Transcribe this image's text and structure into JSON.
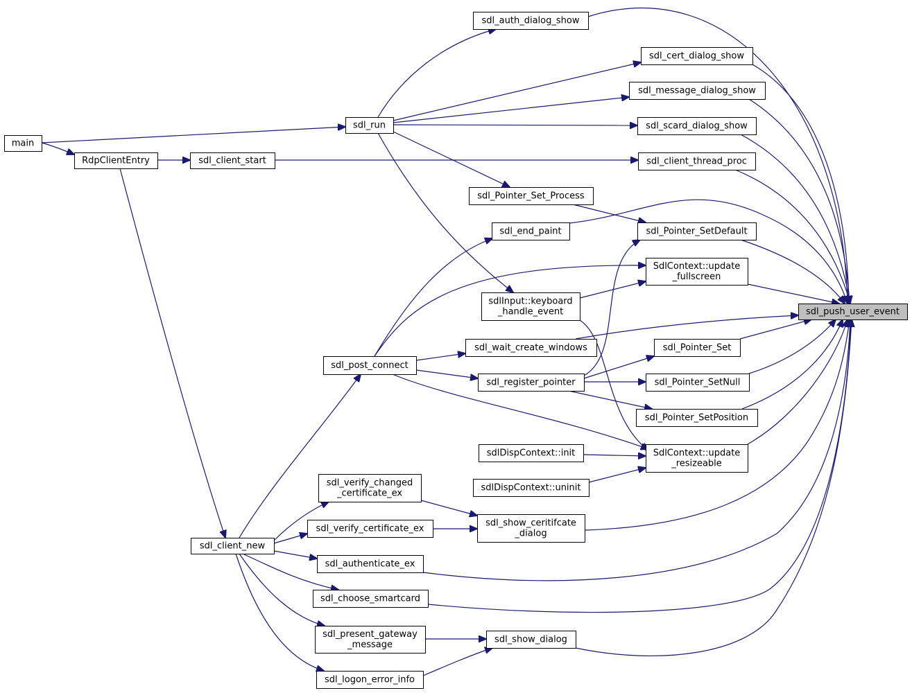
{
  "diagram": {
    "kind": "call-graph",
    "focus": "sdl_push_user_event",
    "nodes": [
      {
        "id": "sdl_push_user_event",
        "lines": [
          "sdl_push_user_event"
        ],
        "current": true
      },
      {
        "id": "main",
        "lines": [
          "main"
        ]
      },
      {
        "id": "RdpClientEntry",
        "lines": [
          "RdpClientEntry"
        ]
      },
      {
        "id": "sdl_client_start",
        "lines": [
          "sdl_client_start"
        ]
      },
      {
        "id": "sdl_run",
        "lines": [
          "sdl_run"
        ]
      },
      {
        "id": "sdl_client_new",
        "lines": [
          "sdl_client_new"
        ]
      },
      {
        "id": "sdl_post_connect",
        "lines": [
          "sdl_post_connect"
        ]
      },
      {
        "id": "sdl_auth_dialog_show",
        "lines": [
          "sdl_auth_dialog_show"
        ]
      },
      {
        "id": "sdl_cert_dialog_show",
        "lines": [
          "sdl_cert_dialog_show"
        ]
      },
      {
        "id": "sdl_message_dialog_show",
        "lines": [
          "sdl_message_dialog_show"
        ]
      },
      {
        "id": "sdl_scard_dialog_show",
        "lines": [
          "sdl_scard_dialog_show"
        ]
      },
      {
        "id": "sdl_client_thread_proc",
        "lines": [
          "sdl_client_thread_proc"
        ]
      },
      {
        "id": "sdl_Pointer_Set_Process",
        "lines": [
          "sdl_Pointer_Set_Process"
        ]
      },
      {
        "id": "sdl_end_paint",
        "lines": [
          "sdl_end_paint"
        ]
      },
      {
        "id": "sdl_Pointer_SetDefault",
        "lines": [
          "sdl_Pointer_SetDefault"
        ]
      },
      {
        "id": "SdlContext_update_fullscreen",
        "lines": [
          "SdlContext::update",
          "_fullscreen"
        ]
      },
      {
        "id": "sdlInput_keyboard_handle_event",
        "lines": [
          "sdlInput::keyboard",
          "_handle_event"
        ]
      },
      {
        "id": "sdl_wait_create_windows",
        "lines": [
          "sdl_wait_create_windows"
        ]
      },
      {
        "id": "sdl_Pointer_Set",
        "lines": [
          "sdl_Pointer_Set"
        ]
      },
      {
        "id": "sdl_register_pointer",
        "lines": [
          "sdl_register_pointer"
        ]
      },
      {
        "id": "sdl_Pointer_SetNull",
        "lines": [
          "sdl_Pointer_SetNull"
        ]
      },
      {
        "id": "sdl_Pointer_SetPosition",
        "lines": [
          "sdl_Pointer_SetPosition"
        ]
      },
      {
        "id": "sdlDispContext_init",
        "lines": [
          "sdlDispContext::init"
        ]
      },
      {
        "id": "SdlContext_update_resizeable",
        "lines": [
          "SdlContext::update",
          "_resizeable"
        ]
      },
      {
        "id": "sdlDispContext_uninit",
        "lines": [
          "sdlDispContext::uninit"
        ]
      },
      {
        "id": "sdl_verify_changed_certificate_ex",
        "lines": [
          "sdl_verify_changed",
          "_certificate_ex"
        ]
      },
      {
        "id": "sdl_show_ceritifcate_dialog",
        "lines": [
          "sdl_show_ceritifcate",
          "_dialog"
        ]
      },
      {
        "id": "sdl_verify_certificate_ex",
        "lines": [
          "sdl_verify_certificate_ex"
        ]
      },
      {
        "id": "sdl_authenticate_ex",
        "lines": [
          "sdl_authenticate_ex"
        ]
      },
      {
        "id": "sdl_choose_smartcard",
        "lines": [
          "sdl_choose_smartcard"
        ]
      },
      {
        "id": "sdl_present_gateway_message",
        "lines": [
          "sdl_present_gateway",
          "_message"
        ]
      },
      {
        "id": "sdl_show_dialog",
        "lines": [
          "sdl_show_dialog"
        ]
      },
      {
        "id": "sdl_logon_error_info",
        "lines": [
          "sdl_logon_error_info"
        ]
      }
    ],
    "edges": [
      {
        "from": "main",
        "to": "RdpClientEntry"
      },
      {
        "from": "main",
        "to": "sdl_run"
      },
      {
        "from": "RdpClientEntry",
        "to": "sdl_client_start"
      },
      {
        "from": "RdpClientEntry",
        "to": "sdl_client_new"
      },
      {
        "from": "sdl_client_start",
        "to": "sdl_client_thread_proc"
      },
      {
        "from": "sdl_run",
        "to": "sdl_auth_dialog_show"
      },
      {
        "from": "sdl_run",
        "to": "sdl_cert_dialog_show"
      },
      {
        "from": "sdl_run",
        "to": "sdl_message_dialog_show"
      },
      {
        "from": "sdl_run",
        "to": "sdl_scard_dialog_show"
      },
      {
        "from": "sdl_run",
        "to": "sdl_Pointer_Set_Process"
      },
      {
        "from": "sdl_run",
        "to": "sdlInput_keyboard_handle_event"
      },
      {
        "from": "sdl_client_new",
        "to": "sdl_post_connect"
      },
      {
        "from": "sdl_client_new",
        "to": "sdl_verify_changed_certificate_ex"
      },
      {
        "from": "sdl_client_new",
        "to": "sdl_verify_certificate_ex"
      },
      {
        "from": "sdl_client_new",
        "to": "sdl_authenticate_ex"
      },
      {
        "from": "sdl_client_new",
        "to": "sdl_choose_smartcard"
      },
      {
        "from": "sdl_client_new",
        "to": "sdl_present_gateway_message"
      },
      {
        "from": "sdl_client_new",
        "to": "sdl_logon_error_info"
      },
      {
        "from": "sdl_post_connect",
        "to": "sdl_end_paint"
      },
      {
        "from": "sdl_post_connect",
        "to": "SdlContext_update_fullscreen"
      },
      {
        "from": "sdl_post_connect",
        "to": "sdl_wait_create_windows"
      },
      {
        "from": "sdl_post_connect",
        "to": "sdl_register_pointer"
      },
      {
        "from": "sdl_post_connect",
        "to": "SdlContext_update_resizeable"
      },
      {
        "from": "sdl_Pointer_Set_Process",
        "to": "sdl_Pointer_SetDefault"
      },
      {
        "from": "sdlInput_keyboard_handle_event",
        "to": "SdlContext_update_fullscreen"
      },
      {
        "from": "sdlInput_keyboard_handle_event",
        "to": "SdlContext_update_resizeable"
      },
      {
        "from": "sdl_register_pointer",
        "to": "sdl_Pointer_SetDefault"
      },
      {
        "from": "sdl_register_pointer",
        "to": "sdl_Pointer_Set"
      },
      {
        "from": "sdl_register_pointer",
        "to": "sdl_Pointer_SetNull"
      },
      {
        "from": "sdl_register_pointer",
        "to": "sdl_Pointer_SetPosition"
      },
      {
        "from": "sdlDispContext_init",
        "to": "SdlContext_update_resizeable"
      },
      {
        "from": "sdlDispContext_uninit",
        "to": "SdlContext_update_resizeable"
      },
      {
        "from": "sdl_verify_changed_certificate_ex",
        "to": "sdl_show_ceritifcate_dialog"
      },
      {
        "from": "sdl_verify_certificate_ex",
        "to": "sdl_show_ceritifcate_dialog"
      },
      {
        "from": "sdl_present_gateway_message",
        "to": "sdl_show_dialog"
      },
      {
        "from": "sdl_logon_error_info",
        "to": "sdl_show_dialog"
      },
      {
        "from": "sdl_auth_dialog_show",
        "to": "sdl_push_user_event"
      },
      {
        "from": "sdl_cert_dialog_show",
        "to": "sdl_push_user_event"
      },
      {
        "from": "sdl_message_dialog_show",
        "to": "sdl_push_user_event"
      },
      {
        "from": "sdl_scard_dialog_show",
        "to": "sdl_push_user_event"
      },
      {
        "from": "sdl_client_thread_proc",
        "to": "sdl_push_user_event"
      },
      {
        "from": "sdl_end_paint",
        "to": "sdl_push_user_event"
      },
      {
        "from": "sdl_Pointer_SetDefault",
        "to": "sdl_push_user_event"
      },
      {
        "from": "SdlContext_update_fullscreen",
        "to": "sdl_push_user_event"
      },
      {
        "from": "sdl_wait_create_windows",
        "to": "sdl_push_user_event"
      },
      {
        "from": "sdl_Pointer_Set",
        "to": "sdl_push_user_event"
      },
      {
        "from": "sdl_Pointer_SetNull",
        "to": "sdl_push_user_event"
      },
      {
        "from": "sdl_Pointer_SetPosition",
        "to": "sdl_push_user_event"
      },
      {
        "from": "SdlContext_update_resizeable",
        "to": "sdl_push_user_event"
      },
      {
        "from": "sdl_show_ceritifcate_dialog",
        "to": "sdl_push_user_event"
      },
      {
        "from": "sdl_authenticate_ex",
        "to": "sdl_push_user_event"
      },
      {
        "from": "sdl_choose_smartcard",
        "to": "sdl_push_user_event"
      },
      {
        "from": "sdl_show_dialog",
        "to": "sdl_push_user_event"
      }
    ],
    "colors": {
      "edge": "#191970",
      "node_border": "#000000",
      "node_fill": "#ffffff",
      "focus_fill": "#bfbfbf"
    }
  }
}
